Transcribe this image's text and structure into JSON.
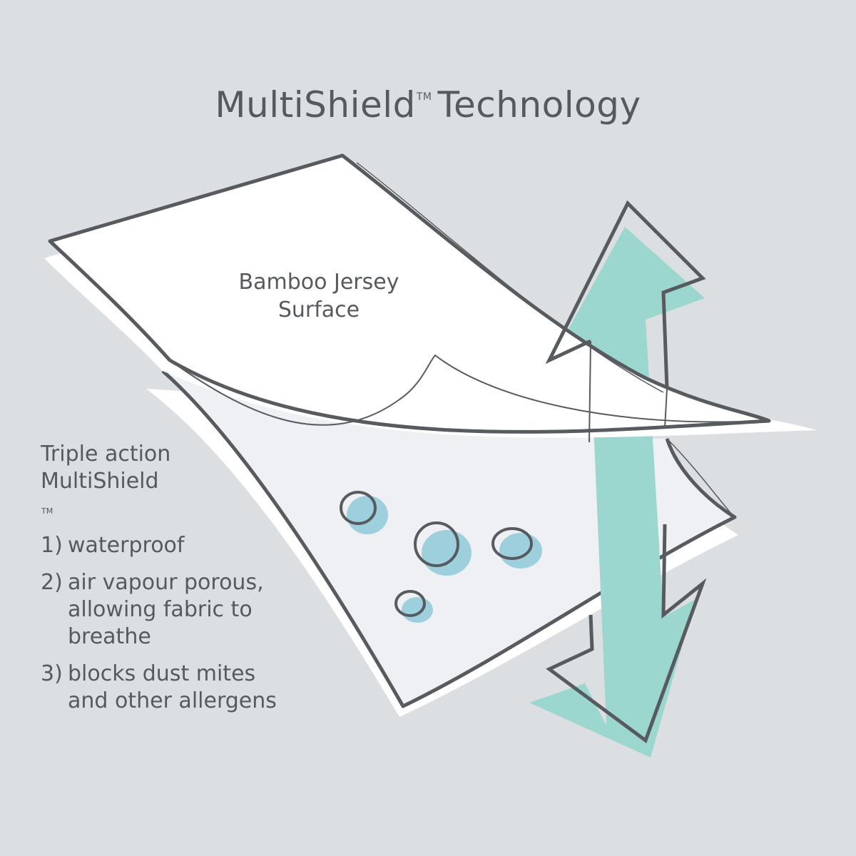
{
  "title": {
    "main": "MultiShield",
    "tm": "TM",
    "rest": "Technology"
  },
  "surface_label": {
    "line1": "Bamboo Jersey",
    "line2": "Surface"
  },
  "features": {
    "intro_line1": "Triple action",
    "intro_line2": "MultiShield",
    "intro_tm": "TM",
    "items": [
      {
        "num": "1)",
        "text": "waterproof"
      },
      {
        "num": "2)",
        "text": "air vapour porous, allowing fabric to breathe"
      },
      {
        "num": "3)",
        "text": "blocks dust mites and other allergens"
      }
    ]
  },
  "colors": {
    "background": "#dcdfe2",
    "outline": "#575b5f",
    "layer_white": "#ffffff",
    "layer_light": "#eef0f3",
    "arrow_teal": "#9bd6cf",
    "droplet_blue": "#9dcfdc"
  }
}
